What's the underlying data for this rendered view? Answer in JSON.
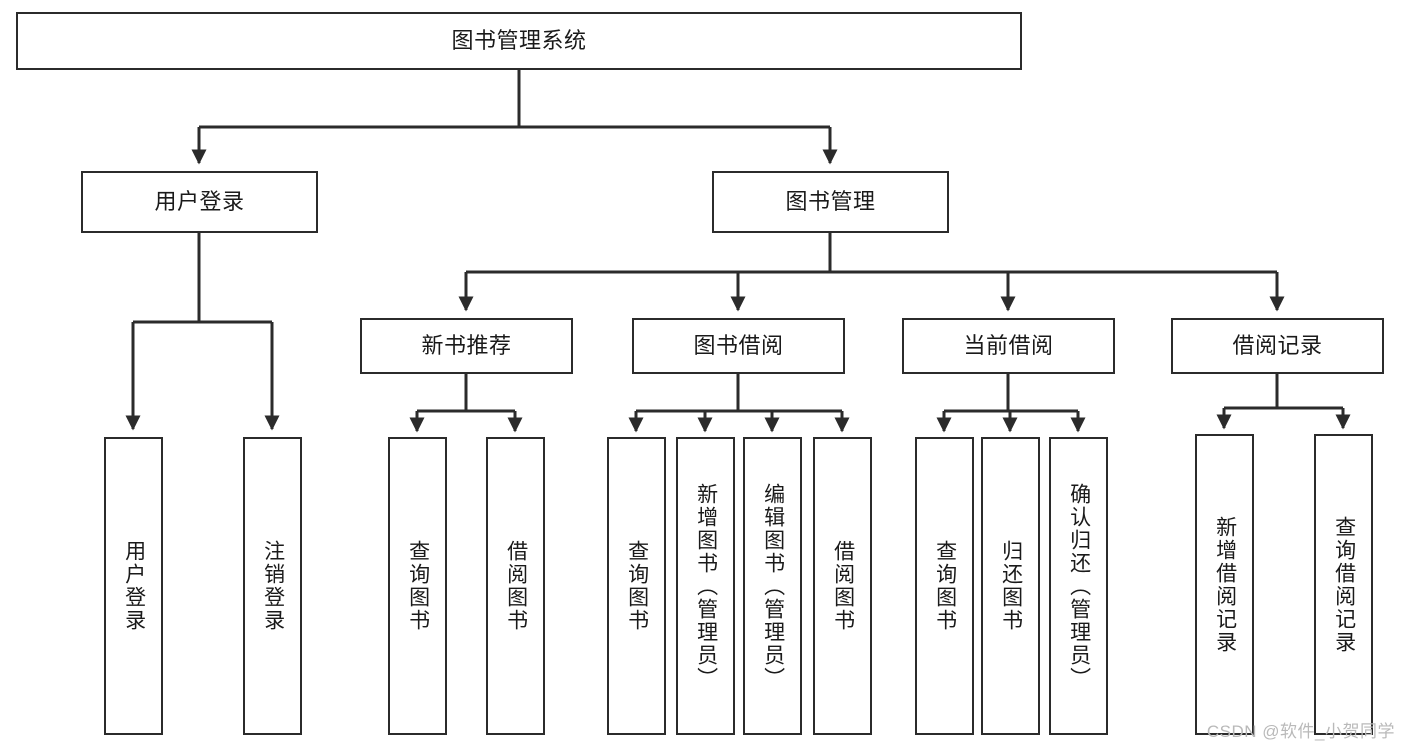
{
  "diagram": {
    "type": "tree-hierarchy",
    "background_color": "#ffffff",
    "line_color": "#2b2b2b",
    "text_color": "#1a1a1a",
    "root": {
      "label": "图书管理系统"
    },
    "level1": [
      {
        "label": "用户登录"
      },
      {
        "label": "图书管理"
      }
    ],
    "level2": [
      {
        "label": "新书推荐"
      },
      {
        "label": "图书借阅"
      },
      {
        "label": "当前借阅"
      },
      {
        "label": "借阅记录"
      }
    ],
    "leaves_user_login": [
      {
        "label": "用户登录"
      },
      {
        "label": "注销登录"
      }
    ],
    "leaves_new_book": [
      {
        "label": "查询图书"
      },
      {
        "label": "借阅图书"
      }
    ],
    "leaves_borrow": [
      {
        "label": "查询图书"
      },
      {
        "label": "新增图书（管理员）"
      },
      {
        "label": "编辑图书（管理员）"
      },
      {
        "label": "借阅图书"
      }
    ],
    "leaves_current": [
      {
        "label": "查询图书"
      },
      {
        "label": "归还图书"
      },
      {
        "label": "确认归还（管理员）"
      }
    ],
    "leaves_record": [
      {
        "label": "新增借阅记录"
      },
      {
        "label": "查询借阅记录"
      }
    ]
  },
  "watermark": {
    "text": "CSDN @软件_小贺同学"
  }
}
